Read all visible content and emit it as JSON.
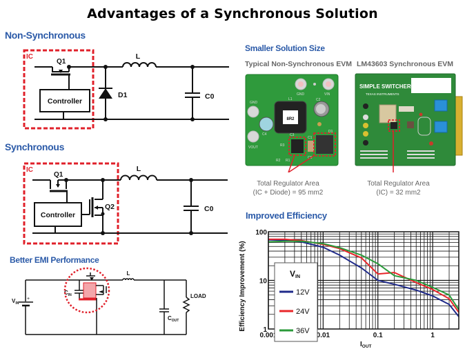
{
  "title": "Advantages of a Synchronous Solution",
  "non_sync": {
    "heading": "Non-Synchronous",
    "ic_label": "IC",
    "q1": "Q1",
    "controller": "Controller",
    "inductor": "L",
    "diode": "D1",
    "cap": "C0"
  },
  "sync": {
    "heading": "Synchronous",
    "ic_label": "IC",
    "q1": "Q1",
    "q2": "Q2",
    "controller": "Controller",
    "inductor": "L",
    "cap": "C0"
  },
  "emi": {
    "heading": "Better EMI Performance",
    "vin": "V",
    "vin_sub": "IN",
    "cin": "C",
    "cin_sub": "IN",
    "inductor": "L",
    "cout": "C",
    "cout_sub": "OUT",
    "load": "LOAD",
    "plus": "+"
  },
  "solution_size": {
    "heading": "Smaller Solution Size",
    "left_title": "Typical Non-Synchronous EVM",
    "right_title": "LM43603 Synchronous EVM",
    "left_caption_1": "Total Regulator Area",
    "left_caption_2": "(IC + Diode) = 95 mm2",
    "right_caption_1": "Total Regulator Area",
    "right_caption_2": "(IC) = 32 mm2",
    "left_board_labels": {
      "gnd_top": "GND",
      "vin": "VIN",
      "gnd_left": "GND",
      "vout": "VOUT",
      "l1": "L1",
      "c2": "C2",
      "c4": "C4",
      "c3": "C3",
      "u1": "U1",
      "c1": "C1",
      "d1": "D1",
      "r3": "R3",
      "r2": "R2",
      "r1": "R1",
      "c5": "C5",
      "inductor_marking": "8R2"
    },
    "right_board_labels": {
      "brand": "SIMPLE SWITCHER®",
      "company": "TEXAS INSTRUMENTS"
    }
  },
  "efficiency": {
    "heading": "Improved Efficiency"
  },
  "colors": {
    "heading_blue": "#2b5aa8",
    "ic_red": "#e0202a",
    "pcb_green": "#2f9a3c",
    "series_12v": "#1f2a8a",
    "series_24v": "#e8262a",
    "series_36v": "#2a9a3a"
  },
  "chart_data": {
    "type": "line",
    "title": "",
    "xlabel": "I",
    "xlabel_sub": "OUT",
    "ylabel": "Efficiency Improvement (%)",
    "xscale": "log",
    "yscale": "log",
    "xlim": [
      0.001,
      3
    ],
    "ylim": [
      1,
      100
    ],
    "x_ticks": [
      0.001,
      0.01,
      0.1,
      1
    ],
    "x_tick_labels": [
      "0.001",
      "0.01",
      "0.1",
      "1"
    ],
    "y_ticks": [
      1,
      10,
      100
    ],
    "y_tick_labels": [
      "1",
      "10",
      "100"
    ],
    "grid": true,
    "legend": {
      "title": "V",
      "title_sub": "IN",
      "position": "bottom-left"
    },
    "series": [
      {
        "name": "12V",
        "color": "#1f2a8a",
        "x": [
          0.001,
          0.002,
          0.004,
          0.01,
          0.02,
          0.05,
          0.1,
          0.2,
          0.5,
          1,
          2,
          3
        ],
        "y": [
          68,
          67,
          62,
          48,
          33,
          18,
          10,
          8.3,
          6.3,
          4.8,
          3.2,
          1.8
        ]
      },
      {
        "name": "24V",
        "color": "#e8262a",
        "x": [
          0.001,
          0.002,
          0.004,
          0.01,
          0.02,
          0.05,
          0.1,
          0.2,
          0.5,
          1,
          2,
          3
        ],
        "y": [
          70,
          70,
          66,
          55,
          45,
          29,
          13.5,
          14.5,
          9,
          6.5,
          4.2,
          2.2
        ]
      },
      {
        "name": "36V",
        "color": "#2a9a3a",
        "x": [
          0.001,
          0.002,
          0.004,
          0.01,
          0.02,
          0.05,
          0.1,
          0.2,
          0.5,
          1,
          2,
          3
        ],
        "y": [
          62,
          64,
          64,
          57,
          47,
          33,
          22,
          12.5,
          10,
          7.2,
          5,
          2.5
        ]
      }
    ]
  }
}
